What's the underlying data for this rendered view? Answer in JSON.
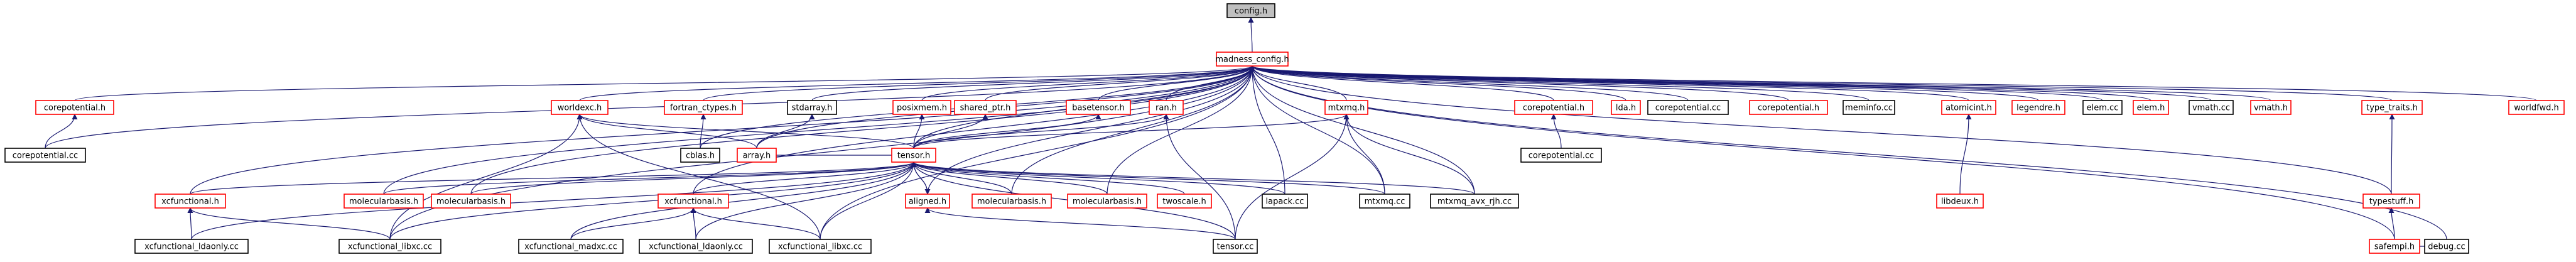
{
  "colors": {
    "edge": "#191970",
    "node_fill": "#ffffff",
    "documented_border": "#ff0000",
    "external_border": "#000000",
    "root_fill": "#bfbfbf",
    "text": "#000000"
  },
  "nodes": [
    {
      "id": "config_h",
      "label": "config.h",
      "kind": "root"
    },
    {
      "id": "madness_config_h",
      "label": "madness_config.h",
      "kind": "documented"
    },
    {
      "id": "corepotential_h_1",
      "label": "corepotential.h",
      "kind": "documented"
    },
    {
      "id": "corepotential_cc_1",
      "label": "corepotential.cc",
      "kind": "external"
    },
    {
      "id": "worldexc_h",
      "label": "worldexc.h",
      "kind": "documented"
    },
    {
      "id": "fortran_ctypes_h",
      "label": "fortran_ctypes.h",
      "kind": "documented"
    },
    {
      "id": "stdarray_h",
      "label": "stdarray.h",
      "kind": "external"
    },
    {
      "id": "posixmem_h",
      "label": "posixmem.h",
      "kind": "documented"
    },
    {
      "id": "shared_ptr_h",
      "label": "shared_ptr.h",
      "kind": "documented"
    },
    {
      "id": "basetensor_h",
      "label": "basetensor.h",
      "kind": "documented"
    },
    {
      "id": "ran_h",
      "label": "ran.h",
      "kind": "documented"
    },
    {
      "id": "mtxmq_h",
      "label": "mtxmq.h",
      "kind": "documented"
    },
    {
      "id": "corepotential_h_2",
      "label": "corepotential.h",
      "kind": "documented"
    },
    {
      "id": "lda_h",
      "label": "lda.h",
      "kind": "documented"
    },
    {
      "id": "corepotential_cc_2",
      "label": "corepotential.cc",
      "kind": "external"
    },
    {
      "id": "corepotential_h_3",
      "label": "corepotential.h",
      "kind": "documented"
    },
    {
      "id": "meminfo_cc",
      "label": "meminfo.cc",
      "kind": "external"
    },
    {
      "id": "atomicint_h",
      "label": "atomicint.h",
      "kind": "documented"
    },
    {
      "id": "legendre_h",
      "label": "legendre.h",
      "kind": "documented"
    },
    {
      "id": "elem_cc",
      "label": "elem.cc",
      "kind": "external"
    },
    {
      "id": "elem_h",
      "label": "elem.h",
      "kind": "documented"
    },
    {
      "id": "vmath_cc",
      "label": "vmath.cc",
      "kind": "external"
    },
    {
      "id": "vmath_h",
      "label": "vmath.h",
      "kind": "documented"
    },
    {
      "id": "type_traits_h",
      "label": "type_traits.h",
      "kind": "documented"
    },
    {
      "id": "worldfwd_h",
      "label": "worldfwd.h",
      "kind": "documented"
    },
    {
      "id": "cblas_h",
      "label": "cblas.h",
      "kind": "external"
    },
    {
      "id": "array_h",
      "label": "array.h",
      "kind": "documented"
    },
    {
      "id": "tensor_h",
      "label": "tensor.h",
      "kind": "documented"
    },
    {
      "id": "corepotential_cc_3",
      "label": "corepotential.cc",
      "kind": "external"
    },
    {
      "id": "libdeux_h",
      "label": "libdeux.h",
      "kind": "documented"
    },
    {
      "id": "typestuff_h",
      "label": "typestuff.h",
      "kind": "documented"
    },
    {
      "id": "xcfunctional_h_1",
      "label": "xcfunctional.h",
      "kind": "documented"
    },
    {
      "id": "molecularbasis_h_1",
      "label": "molecularbasis.h",
      "kind": "documented"
    },
    {
      "id": "molecularbasis_h_2",
      "label": "molecularbasis.h",
      "kind": "documented"
    },
    {
      "id": "xcfunctional_h_2",
      "label": "xcfunctional.h",
      "kind": "documented"
    },
    {
      "id": "aligned_h",
      "label": "aligned.h",
      "kind": "documented"
    },
    {
      "id": "molecularbasis_h_3",
      "label": "molecularbasis.h",
      "kind": "documented"
    },
    {
      "id": "molecularbasis_h_4",
      "label": "molecularbasis.h",
      "kind": "documented"
    },
    {
      "id": "twoscale_h",
      "label": "twoscale.h",
      "kind": "documented"
    },
    {
      "id": "lapack_cc",
      "label": "lapack.cc",
      "kind": "external"
    },
    {
      "id": "mtxmq_cc",
      "label": "mtxmq.cc",
      "kind": "external"
    },
    {
      "id": "mtxmq_avx_rjh_cc",
      "label": "mtxmq_avx_rjh.cc",
      "kind": "external"
    },
    {
      "id": "safempi_h",
      "label": "safempi.h",
      "kind": "documented"
    },
    {
      "id": "xcfunctional_ldaonly_cc_1",
      "label": "xcfunctional_ldaonly.cc",
      "kind": "external"
    },
    {
      "id": "xcfunctional_libxc_cc_1",
      "label": "xcfunctional_libxc.cc",
      "kind": "external"
    },
    {
      "id": "xcfunctional_madxc_cc",
      "label": "xcfunctional_madxc.cc",
      "kind": "external"
    },
    {
      "id": "xcfunctional_ldaonly_cc_2",
      "label": "xcfunctional_ldaonly.cc",
      "kind": "external"
    },
    {
      "id": "xcfunctional_libxc_cc_2",
      "label": "xcfunctional_libxc.cc",
      "kind": "external"
    },
    {
      "id": "tensor_cc",
      "label": "tensor.cc",
      "kind": "external"
    },
    {
      "id": "debug_cc",
      "label": "debug.cc",
      "kind": "external"
    }
  ],
  "edges": [
    [
      "config_h",
      "madness_config_h"
    ],
    [
      "madness_config_h",
      "corepotential_h_1"
    ],
    [
      "madness_config_h",
      "corepotential_cc_1"
    ],
    [
      "madness_config_h",
      "worldexc_h"
    ],
    [
      "madness_config_h",
      "fortran_ctypes_h"
    ],
    [
      "madness_config_h",
      "stdarray_h"
    ],
    [
      "madness_config_h",
      "posixmem_h"
    ],
    [
      "madness_config_h",
      "shared_ptr_h"
    ],
    [
      "madness_config_h",
      "basetensor_h"
    ],
    [
      "madness_config_h",
      "ran_h"
    ],
    [
      "madness_config_h",
      "mtxmq_h"
    ],
    [
      "madness_config_h",
      "corepotential_h_2"
    ],
    [
      "madness_config_h",
      "lda_h"
    ],
    [
      "madness_config_h",
      "corepotential_cc_2"
    ],
    [
      "madness_config_h",
      "corepotential_h_3"
    ],
    [
      "madness_config_h",
      "meminfo_cc"
    ],
    [
      "madness_config_h",
      "atomicint_h"
    ],
    [
      "madness_config_h",
      "legendre_h"
    ],
    [
      "madness_config_h",
      "elem_cc"
    ],
    [
      "madness_config_h",
      "elem_h"
    ],
    [
      "madness_config_h",
      "vmath_cc"
    ],
    [
      "madness_config_h",
      "vmath_h"
    ],
    [
      "madness_config_h",
      "type_traits_h"
    ],
    [
      "madness_config_h",
      "worldfwd_h"
    ],
    [
      "madness_config_h",
      "cblas_h"
    ],
    [
      "madness_config_h",
      "array_h"
    ],
    [
      "madness_config_h",
      "tensor_h"
    ],
    [
      "madness_config_h",
      "xcfunctional_h_1"
    ],
    [
      "madness_config_h",
      "xcfunctional_h_2"
    ],
    [
      "madness_config_h",
      "molecularbasis_h_1"
    ],
    [
      "madness_config_h",
      "molecularbasis_h_2"
    ],
    [
      "madness_config_h",
      "aligned_h"
    ],
    [
      "madness_config_h",
      "molecularbasis_h_3"
    ],
    [
      "madness_config_h",
      "molecularbasis_h_4"
    ],
    [
      "madness_config_h",
      "lapack_cc"
    ],
    [
      "madness_config_h",
      "mtxmq_cc"
    ],
    [
      "madness_config_h",
      "mtxmq_avx_rjh_cc"
    ],
    [
      "madness_config_h",
      "typestuff_h"
    ],
    [
      "madness_config_h",
      "safempi_h"
    ],
    [
      "madness_config_h",
      "debug_cc"
    ],
    [
      "madness_config_h",
      "xcfunctional_libxc_cc_1"
    ],
    [
      "madness_config_h",
      "xcfunctional_libxc_cc_2"
    ],
    [
      "corepotential_h_1",
      "corepotential_cc_1"
    ],
    [
      "corepotential_h_2",
      "corepotential_cc_3"
    ],
    [
      "atomicint_h",
      "libdeux_h"
    ],
    [
      "type_traits_h",
      "typestuff_h"
    ],
    [
      "typestuff_h",
      "safempi_h"
    ],
    [
      "safempi_h",
      "debug_cc"
    ],
    [
      "worldexc_h",
      "array_h"
    ],
    [
      "worldexc_h",
      "tensor_h"
    ],
    [
      "worldexc_h",
      "xcfunctional_libxc_cc_1"
    ],
    [
      "worldexc_h",
      "xcfunctional_libxc_cc_2"
    ],
    [
      "fortran_ctypes_h",
      "cblas_h"
    ],
    [
      "stdarray_h",
      "array_h"
    ],
    [
      "array_h",
      "tensor_h"
    ],
    [
      "posixmem_h",
      "tensor_h"
    ],
    [
      "shared_ptr_h",
      "tensor_h"
    ],
    [
      "basetensor_h",
      "tensor_h"
    ],
    [
      "ran_h",
      "tensor_h"
    ],
    [
      "ran_h",
      "tensor_cc"
    ],
    [
      "mtxmq_h",
      "tensor_h"
    ],
    [
      "mtxmq_h",
      "mtxmq_cc"
    ],
    [
      "mtxmq_h",
      "mtxmq_avx_rjh_cc"
    ],
    [
      "mtxmq_h",
      "tensor_cc"
    ],
    [
      "tensor_h",
      "xcfunctional_h_1"
    ],
    [
      "tensor_h",
      "molecularbasis_h_1"
    ],
    [
      "tensor_h",
      "molecularbasis_h_2"
    ],
    [
      "tensor_h",
      "xcfunctional_h_2"
    ],
    [
      "tensor_h",
      "aligned_h"
    ],
    [
      "tensor_h",
      "molecularbasis_h_3"
    ],
    [
      "tensor_h",
      "molecularbasis_h_4"
    ],
    [
      "tensor_h",
      "twoscale_h"
    ],
    [
      "tensor_h",
      "lapack_cc"
    ],
    [
      "tensor_h",
      "mtxmq_cc"
    ],
    [
      "tensor_h",
      "mtxmq_avx_rjh_cc"
    ],
    [
      "tensor_h",
      "tensor_cc"
    ],
    [
      "tensor_h",
      "xcfunctional_ldaonly_cc_1"
    ],
    [
      "tensor_h",
      "xcfunctional_libxc_cc_1"
    ],
    [
      "tensor_h",
      "xcfunctional_madxc_cc"
    ],
    [
      "tensor_h",
      "xcfunctional_ldaonly_cc_2"
    ],
    [
      "tensor_h",
      "xcfunctional_libxc_cc_2"
    ],
    [
      "aligned_h",
      "tensor_h"
    ],
    [
      "aligned_h",
      "tensor_cc"
    ],
    [
      "xcfunctional_h_1",
      "xcfunctional_ldaonly_cc_1"
    ],
    [
      "xcfunctional_h_1",
      "xcfunctional_libxc_cc_1"
    ],
    [
      "xcfunctional_h_2",
      "xcfunctional_madxc_cc"
    ],
    [
      "xcfunctional_h_2",
      "xcfunctional_ldaonly_cc_2"
    ],
    [
      "xcfunctional_h_2",
      "xcfunctional_libxc_cc_2"
    ]
  ]
}
